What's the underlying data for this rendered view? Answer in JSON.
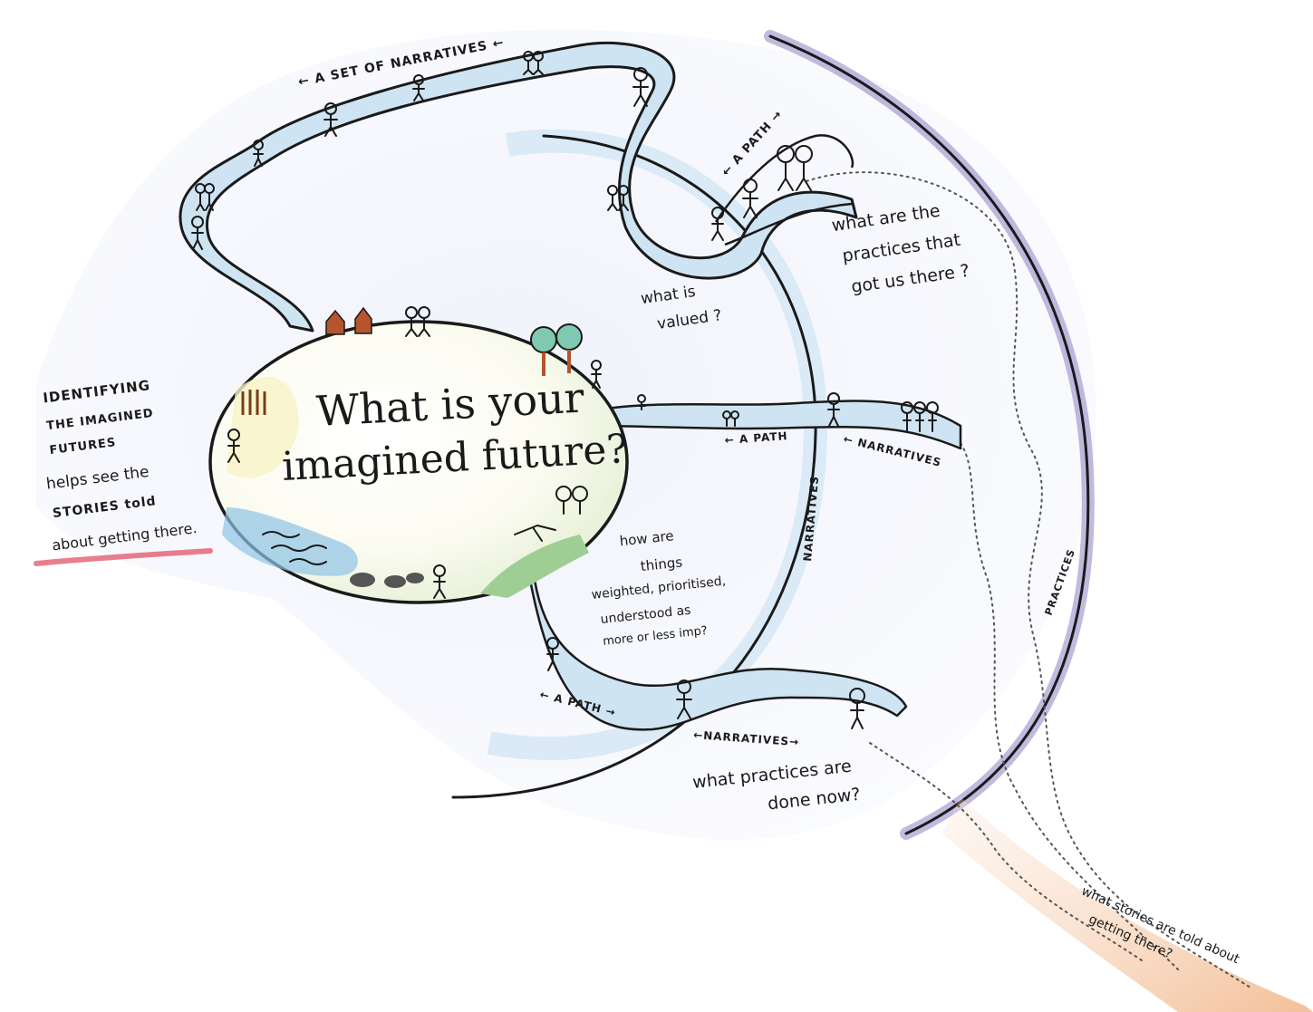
{
  "center": {
    "line1": "What is your",
    "line2": "imagined future?"
  },
  "labels": {
    "set_of_narratives": "← A SET OF NARRATIVES ←",
    "a_path_top": "← A PATH →",
    "a_path_mid": "← A PATH",
    "narratives_mid": "← NARRATIVES",
    "a_path_bottom": "← A PATH →",
    "narratives_bottom": "←NARRATIVES→",
    "narratives_vertical": "NARRATIVES",
    "practices_vertical": "PRACTICES"
  },
  "questions": {
    "practices_there": [
      "what are the",
      "practices that",
      "got us there ?"
    ],
    "valued": [
      "what is",
      "valued ?"
    ],
    "weighted": [
      "how are",
      "things",
      "weighted, prioritised,",
      "understood as",
      "more or less imp?"
    ],
    "practices_now": [
      "what practices are",
      "done now?"
    ],
    "stories": [
      "what stories are told about",
      "getting there?"
    ]
  },
  "left_note": {
    "lines": [
      "IDENTIFYING",
      "THE IMAGINED",
      "FUTURES",
      "helps see the",
      "STORIES told",
      "about getting there."
    ]
  },
  "colors": {
    "ink": "#1a1a1a",
    "river": "#cfe4f2",
    "purple_edge": "#8f7fc4",
    "peach": "#f2c9a8",
    "red_underline": "#e0475e",
    "yellow_wash": "#f7f3c6"
  }
}
